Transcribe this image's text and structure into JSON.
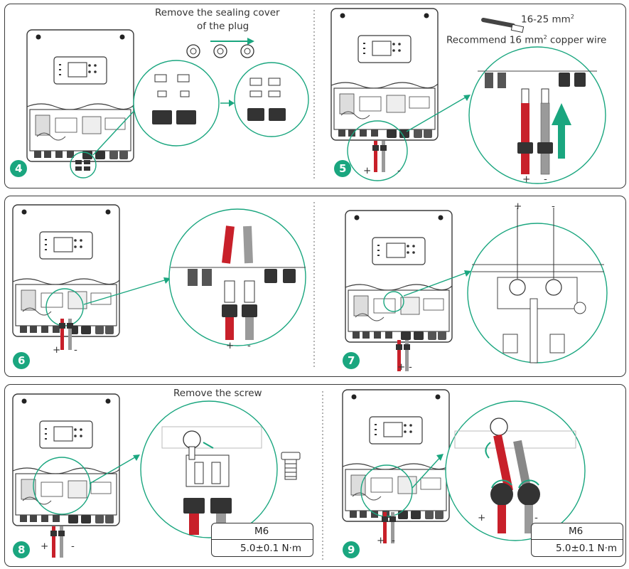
{
  "panel4": {
    "step": "4",
    "caption_line1": "Remove the sealing cover",
    "caption_line2": "of the plug"
  },
  "panel5": {
    "step": "5",
    "wire_size": "16-25 mm",
    "wire_size_sup": "2",
    "recommend_pre": "Recommend 16 mm",
    "recommend_sup": "2",
    "recommend_post": " copper wire",
    "plus": "+",
    "minus": "-"
  },
  "panel6": {
    "step": "6",
    "plus": "+",
    "minus": "-"
  },
  "panel7": {
    "step": "7",
    "plus": "+",
    "minus": "-"
  },
  "panel8": {
    "step": "8",
    "caption": "Remove the screw",
    "plus": "+",
    "minus": "-",
    "screw_size": "M6",
    "torque": "5.0±0.1 N·m"
  },
  "panel9": {
    "step": "9",
    "plus": "+",
    "minus": "-",
    "screw_size": "M6",
    "torque": "5.0±0.1 N·m"
  },
  "colors": {
    "accent": "#1aa67f",
    "positive_cable": "#c8202a",
    "negative_cable": "#9a9a9a",
    "outline": "#3a3a3a"
  }
}
